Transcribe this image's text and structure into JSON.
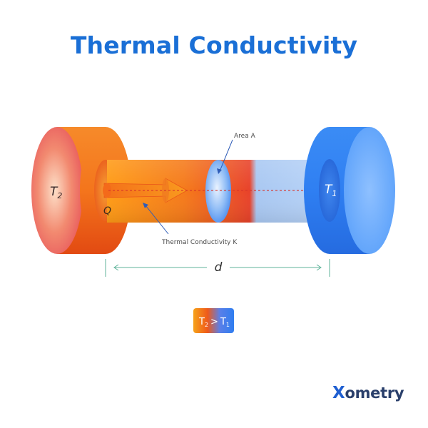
{
  "title": "Thermal Conductivity",
  "labels": {
    "hot_temp": "T",
    "hot_temp_sub": "2",
    "cold_temp": "T",
    "cold_temp_sub": "1",
    "heat": "Q",
    "area": "Area A",
    "conductivity": "Thermal Conductivity K",
    "distance": "d"
  },
  "legend": {
    "left": "T",
    "left_sub": "2",
    "op": ">",
    "right": "T",
    "right_sub": "1"
  },
  "logo": {
    "mark": "X",
    "rest": "ometry"
  },
  "colors": {
    "title": "#1a6fd6",
    "hot": "#f2620f",
    "cold": "#2f7df0",
    "dimension_line": "#5fb39a",
    "dashed_axis": "#d8342b"
  }
}
